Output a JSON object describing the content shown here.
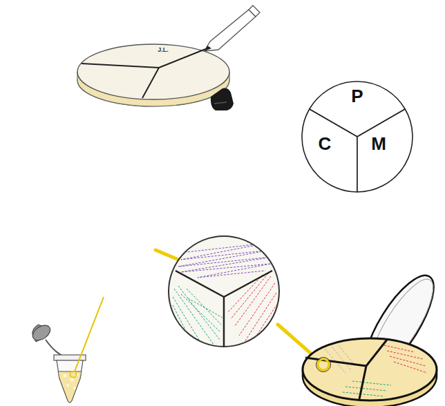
{
  "diagram": {
    "nodes": [
      {
        "text": [
          "P"
        ]
      },
      {
        "text": [
          "C"
        ]
      },
      {
        "text": [
          "M"
        ]
      }
    ],
    "labels": [
      "J.L."
    ]
  }
}
